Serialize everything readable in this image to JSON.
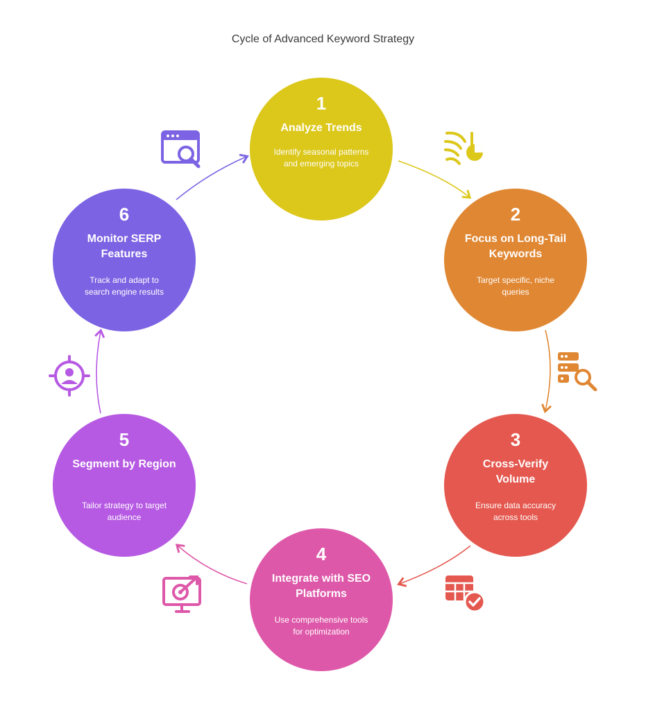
{
  "title": "Cycle of Advanced Keyword Strategy",
  "steps": [
    {
      "number": "1",
      "title": "Analyze Trends",
      "description": "Identify seasonal patterns and emerging topics",
      "color": "#dcc71b",
      "icon": "trends-chart-icon"
    },
    {
      "number": "2",
      "title": "Focus on Long-Tail Keywords",
      "description": "Target specific, niche queries",
      "color": "#e08733",
      "icon": "database-search-icon"
    },
    {
      "number": "3",
      "title": "Cross-Verify Volume",
      "description": "Ensure data accuracy across tools",
      "color": "#e4584f",
      "icon": "table-check-icon"
    },
    {
      "number": "4",
      "title": "Integrate with SEO Platforms",
      "description": "Use comprehensive tools for optimization",
      "color": "#de58a9",
      "icon": "monitor-target-icon"
    },
    {
      "number": "5",
      "title": "Segment by Region",
      "description": "Tailor strategy to target audience",
      "color": "#b659e3",
      "icon": "user-target-icon"
    },
    {
      "number": "6",
      "title": "Monitor SERP Features",
      "description": "Track and adapt to search engine results",
      "color": "#7c63e3",
      "icon": "browser-search-icon"
    }
  ]
}
